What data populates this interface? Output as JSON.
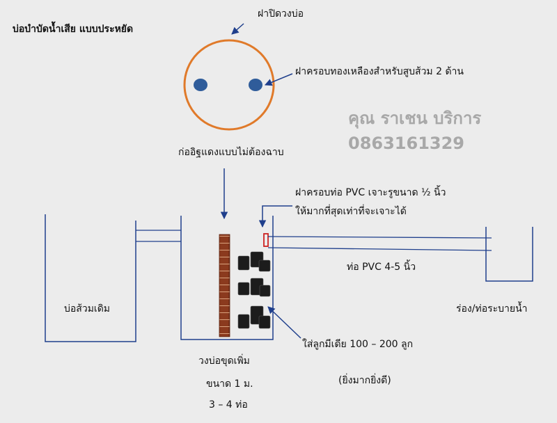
{
  "diagram": {
    "title": "บ่อบำบัดน้ำเสีย แบบประหยัด",
    "labels": {
      "lid": "ฝาปิดวงบ่อ",
      "brass_caps": "ฝาครอบทองเหลืองสำหรับสูบส้วม 2 ด้าน",
      "brick_wall": "ก่ออิฐแดงแบบไม่ต้องฉาบ",
      "pvc_cap_line1": "ฝาครอบท่อ PVC เจาะรูขนาด ½ นิ้ว",
      "pvc_cap_line2": "ให้มากที่สุดเท่าที่จะเจาะได้",
      "pvc_pipe": "ท่อ PVC 4-5 นิ้ว",
      "old_tank": "บ่อส้วมเดิม",
      "drain": "ร่อง/ท่อระบายน้ำ",
      "bio_balls": "ใส่ลูกมีเดีย  100 – 200 ลูก",
      "bio_balls_note": "(ยิ่งมากยิ่งดี)",
      "extra_ring_line1": "วงบ่อขุดเพิ่ม",
      "extra_ring_line2": "ขนาด 1 ม.",
      "extra_ring_line3": "3 – 4  ท่อ"
    },
    "watermark": {
      "name": "คุณ ราเชน บริการ",
      "phone": "0863161329"
    },
    "colors": {
      "line": "#1f3f8c",
      "lid_ring": "#e07a2a",
      "hole": "#2f5c9a",
      "brick": "#8b3a1e",
      "cap": "#cc2222",
      "watermark": "#a8a8a8"
    }
  }
}
